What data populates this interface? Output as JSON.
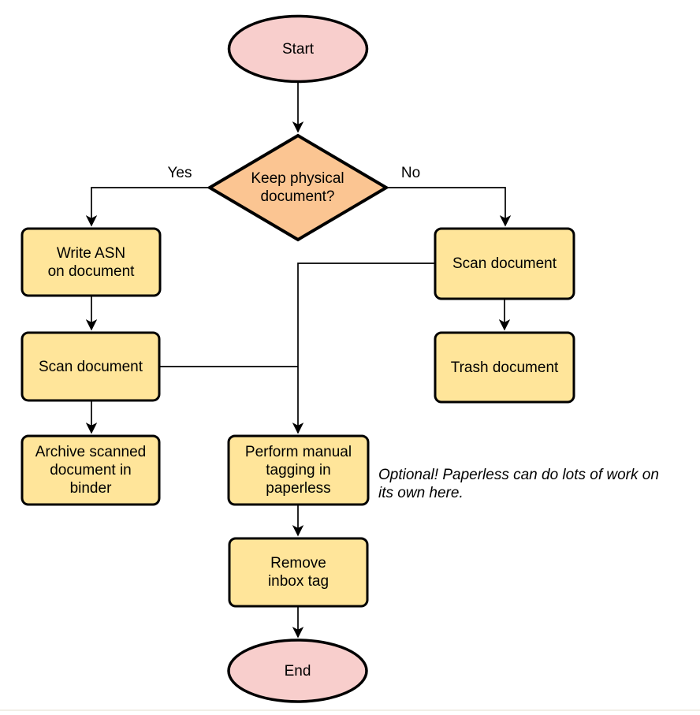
{
  "colors": {
    "terminator_fill": "#f8cecc",
    "decision_fill": "#fbc592",
    "process_fill": "#ffe59a",
    "stroke": "#000000",
    "bottom_divider": "#f1eee6"
  },
  "nodes": {
    "start": {
      "label": "Start",
      "type": "terminator"
    },
    "decision": {
      "label": "Keep physical\ndocument?",
      "type": "decision"
    },
    "write_asn": {
      "label": "Write ASN\non document",
      "type": "process"
    },
    "scan_left": {
      "label": "Scan document",
      "type": "process"
    },
    "archive": {
      "label": "Archive scanned\ndocument in\nbinder",
      "type": "process"
    },
    "scan_right": {
      "label": "Scan document",
      "type": "process"
    },
    "trash": {
      "label": "Trash document",
      "type": "process"
    },
    "tagging": {
      "label": "Perform manual\ntagging in\npaperless",
      "type": "process"
    },
    "remove_inbox": {
      "label": "Remove\ninbox tag",
      "type": "process"
    },
    "end": {
      "label": "End",
      "type": "terminator"
    }
  },
  "edge_labels": {
    "yes": "Yes",
    "no": "No"
  },
  "note": {
    "text": "Optional! Paperless can do lots of work on\nits own here."
  }
}
